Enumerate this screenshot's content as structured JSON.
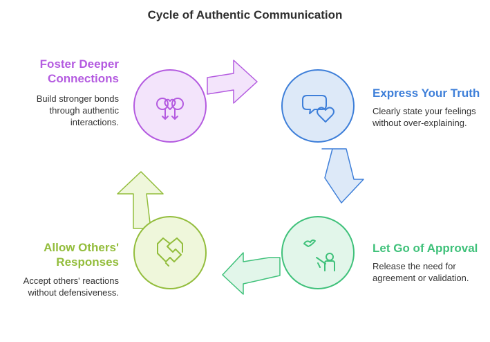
{
  "title": "Cycle of Authentic Communication",
  "colors": {
    "purple": "#b45be0",
    "purple_fill": "#f3e4fb",
    "blue": "#3e7fd9",
    "blue_fill": "#dde9f8",
    "green": "#3fc17a",
    "green_fill": "#e2f6ea",
    "olive": "#93bd3c",
    "olive_fill": "#eff7db"
  },
  "steps": [
    {
      "title_line1": "Express Your Truth",
      "title_line2": "",
      "description_line1": "Clearly state your feelings",
      "description_line2": "without over-explaining.",
      "description_line3": "",
      "icon": "speech-bubble-heart-icon"
    },
    {
      "title_line1": "Let Go of Approval",
      "title_line2": "",
      "description_line1": "Release the need for",
      "description_line2": "agreement or validation.",
      "description_line3": "",
      "icon": "person-release-bird-icon"
    },
    {
      "title_line1": "Allow Others'",
      "title_line2": "Responses",
      "description_line1": "Accept others' reactions",
      "description_line2": "without defensiveness.",
      "description_line3": "",
      "icon": "handshake-icon"
    },
    {
      "title_line1": "Foster Deeper",
      "title_line2": "Connections",
      "description_line1": "Build stronger bonds",
      "description_line2": "through authentic",
      "description_line3": "interactions.",
      "icon": "connected-hearts-icon"
    }
  ]
}
